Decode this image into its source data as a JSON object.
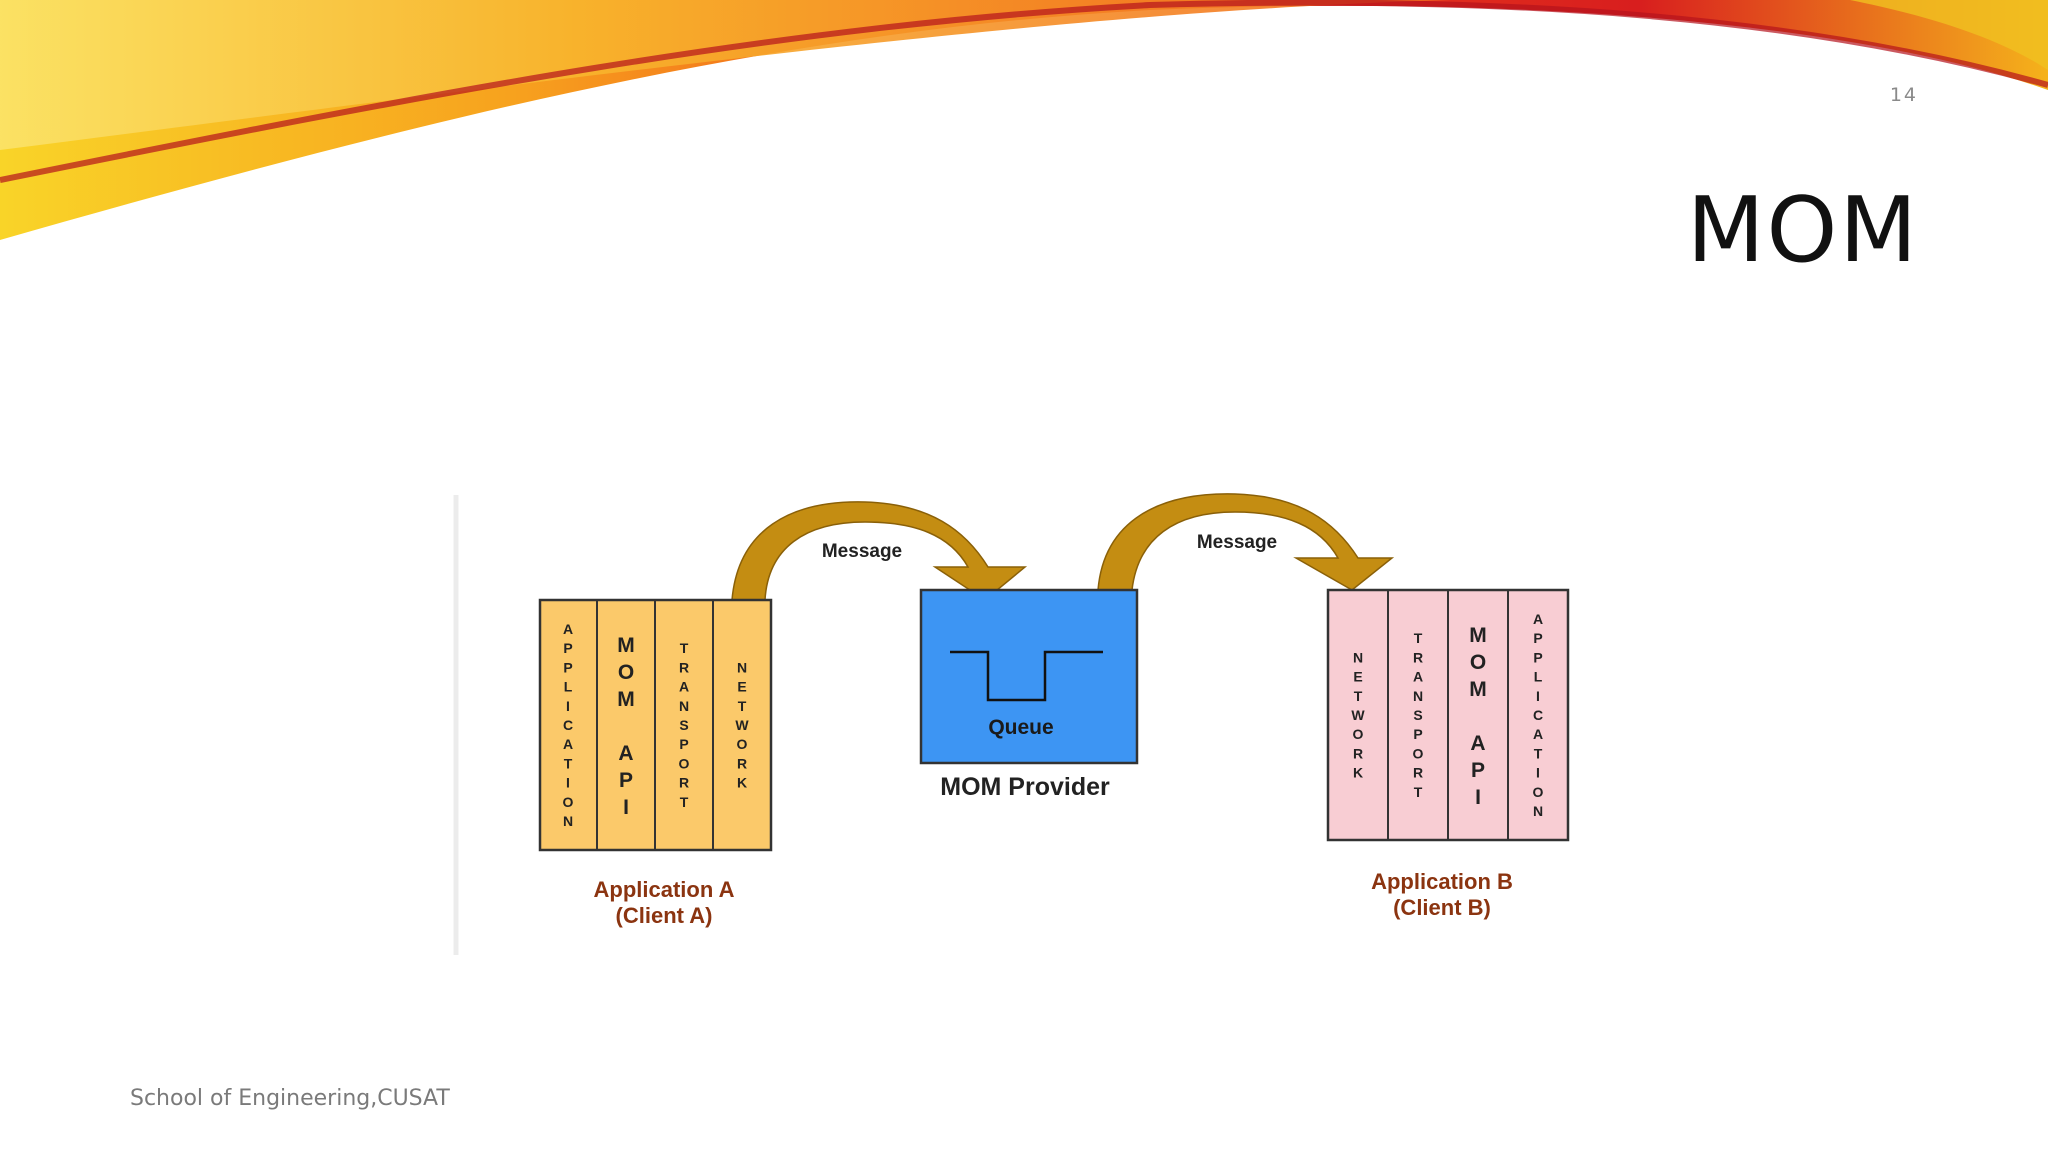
{
  "slide": {
    "page_number": "14",
    "title": "MOM",
    "footer": "School of Engineering,CUSAT"
  },
  "diagram": {
    "message_left": "Message",
    "message_right": "Message",
    "queue_label": "Queue",
    "provider_label": "MOM Provider",
    "app_a": {
      "line1": "Application A",
      "line2": "(Client A)",
      "layers": [
        {
          "kind": "small",
          "chars": [
            "A",
            "P",
            "P",
            "L",
            "I",
            "C",
            "A",
            "T",
            "I",
            "O",
            "N"
          ]
        },
        {
          "kind": "big",
          "chars": [
            "M",
            "O",
            "M",
            "",
            "A",
            "P",
            "I"
          ]
        },
        {
          "kind": "small",
          "chars": [
            "T",
            "R",
            "A",
            "N",
            "S",
            "P",
            "O",
            "R",
            "T"
          ]
        },
        {
          "kind": "small",
          "chars": [
            "N",
            "E",
            "T",
            "W",
            "O",
            "R",
            "K"
          ]
        }
      ]
    },
    "app_b": {
      "line1": "Application B",
      "line2": "(Client B)",
      "layers": [
        {
          "kind": "small",
          "chars": [
            "N",
            "E",
            "T",
            "W",
            "O",
            "R",
            "K"
          ]
        },
        {
          "kind": "small",
          "chars": [
            "T",
            "R",
            "A",
            "N",
            "S",
            "P",
            "O",
            "R",
            "T"
          ]
        },
        {
          "kind": "big",
          "chars": [
            "M",
            "O",
            "M",
            "",
            "A",
            "P",
            "I"
          ]
        },
        {
          "kind": "small",
          "chars": [
            "A",
            "P",
            "P",
            "L",
            "I",
            "C",
            "A",
            "T",
            "I",
            "O",
            "N"
          ]
        }
      ]
    },
    "colors": {
      "app_a_fill": "#fbc96a",
      "app_b_fill": "#f8cdd3",
      "queue_fill": "#3d95f3",
      "arrow_fill": "#c48d12",
      "app_label_color": "#8b3410"
    }
  }
}
